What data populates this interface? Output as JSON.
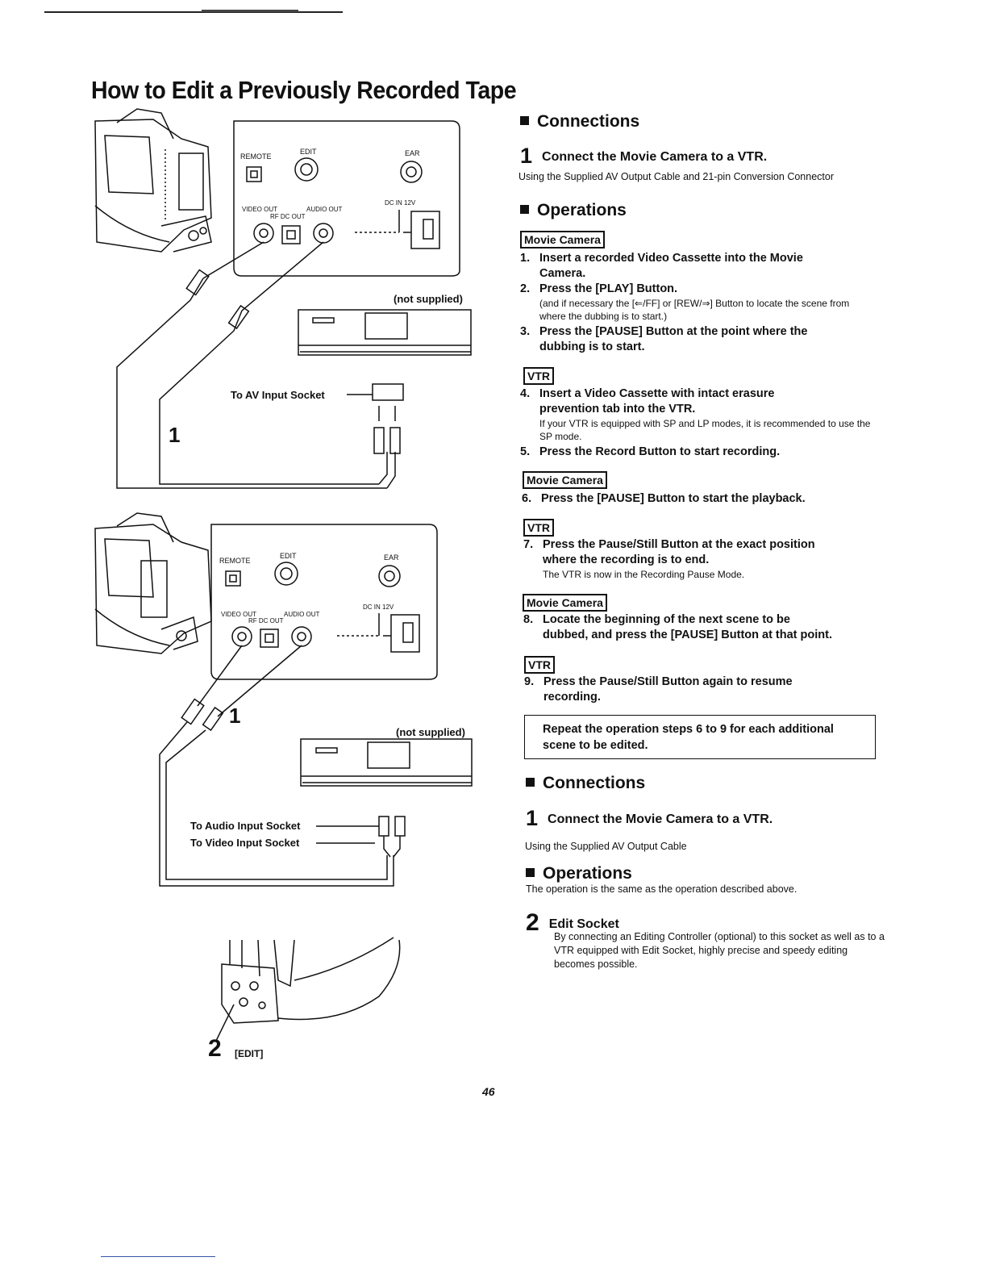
{
  "page": {
    "title": "How to Edit a Previously Recorded Tape",
    "page_number": "46"
  },
  "right": {
    "connections_1": {
      "heading": "Connections",
      "step_number": "1",
      "step_title": "Connect the Movie Camera to a VTR.",
      "note": "Using the Supplied AV Output Cable and 21-pin Conversion Connector"
    },
    "operations_1": {
      "heading": "Operations",
      "labels": {
        "movie_camera": "Movie Camera",
        "vtr": "VTR"
      },
      "steps": [
        {
          "n": "1.",
          "text": "Insert a recorded Video Cassette into the Movie",
          "cont": "Camera."
        },
        {
          "n": "2.",
          "text": "Press the [PLAY] Button.",
          "note": "(and if necessary the [⇐/FF] or [REW/⇒] Button to locate the scene from where the dubbing is to start.)"
        },
        {
          "n": "3.",
          "text": "Press the [PAUSE] Button at the point where the",
          "cont": "dubbing is to start."
        },
        {
          "n": "4.",
          "text": "Insert a Video Cassette with intact erasure",
          "cont": "prevention tab into the VTR.",
          "note": "If your VTR is equipped with SP and LP modes, it is recommended to use the SP mode."
        },
        {
          "n": "5.",
          "text": "Press the Record Button to start recording."
        },
        {
          "n": "6.",
          "text": "Press the [PAUSE] Button to start the playback."
        },
        {
          "n": "7.",
          "text": "Press the Pause/Still Button at the exact position",
          "cont": "where the recording is to end.",
          "note": "The VTR is now in the Recording Pause Mode."
        },
        {
          "n": "8.",
          "text": "Locate the beginning of the next scene to be",
          "cont": "dubbed, and press the [PAUSE] Button at that point."
        },
        {
          "n": "9.",
          "text": "Press the Pause/Still Button again to resume",
          "cont": "recording."
        }
      ],
      "repeat_note": "Repeat the operation steps 6 to 9 for each additional scene to be edited."
    },
    "connections_2": {
      "heading": "Connections",
      "step_number": "1",
      "step_title": "Connect the Movie Camera to a VTR.",
      "note": "Using the Supplied AV Output Cable"
    },
    "operations_2": {
      "heading": "Operations",
      "note": "The operation is the same as the operation described above."
    },
    "edit_socket": {
      "step_number": "2",
      "title": "Edit Socket",
      "note": "By connecting an Editing Controller (optional) to this socket as well as to a VTR equipped with Edit Socket, highly precise and speedy editing becomes possible."
    }
  },
  "diagrams": {
    "top": {
      "jack_labels": {
        "remote": "REMOTE",
        "edit": "EDIT",
        "ear": "EAR",
        "video_out": "VIDEO OUT",
        "audio_out": "AUDIO OUT",
        "rf_dc_out": "RF DC OUT",
        "dc_in": "DC IN 12V"
      },
      "not_supplied": "(not supplied)",
      "socket_label": "To AV Input Socket",
      "callout": "1"
    },
    "middle": {
      "jack_labels": {
        "remote": "REMOTE",
        "edit": "EDIT",
        "ear": "EAR",
        "video_out": "VIDEO OUT",
        "audio_out": "AUDIO OUT",
        "rf_dc_out": "RF DC OUT",
        "dc_in": "DC IN 12V"
      },
      "not_supplied": "(not supplied)",
      "audio_socket_label": "To Audio Input Socket",
      "video_socket_label": "To Video Input Socket",
      "callout": "1"
    },
    "bottom": {
      "callout": "2",
      "label": "[EDIT]"
    }
  }
}
